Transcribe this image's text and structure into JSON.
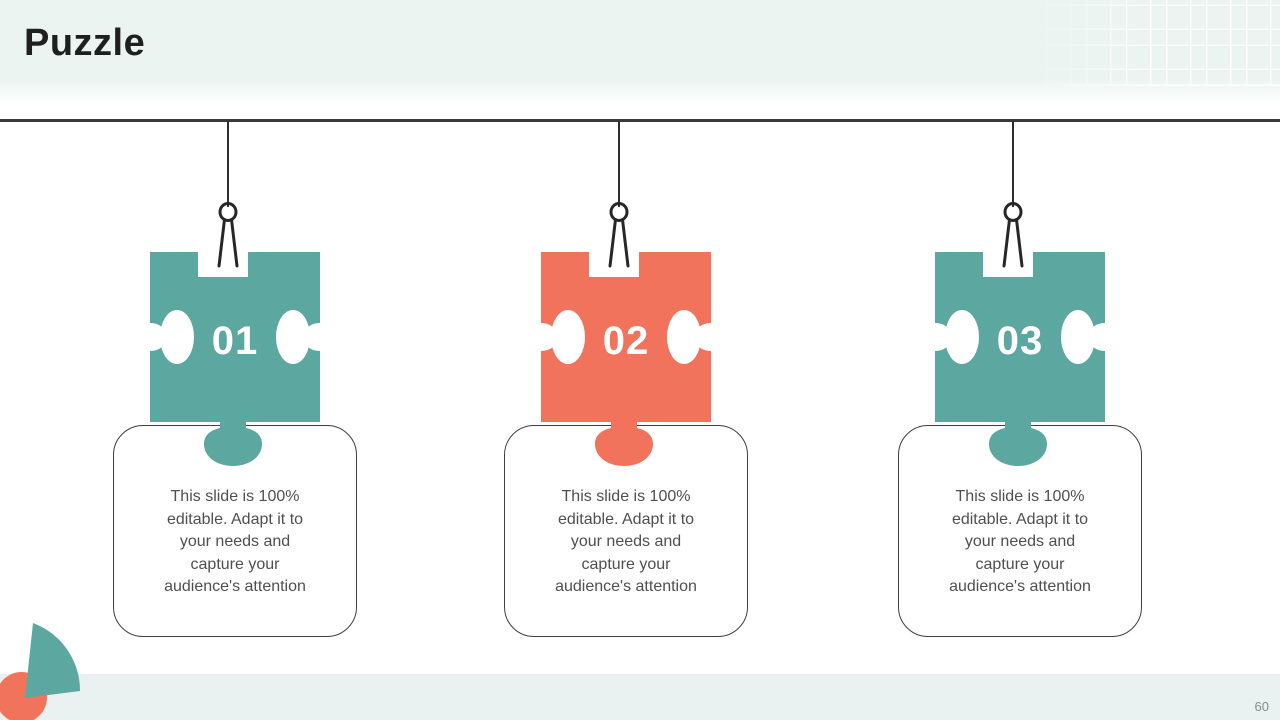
{
  "header": {
    "title": "Puzzle"
  },
  "footer": {
    "page_number": "60"
  },
  "items": [
    {
      "number": "01",
      "color": "#5CA8A1",
      "description_lines": [
        "This slide is 100%",
        "editable. Adapt it to",
        "your needs and",
        "capture your",
        "audience's attention"
      ]
    },
    {
      "number": "02",
      "color": "#F2735B",
      "description_lines": [
        "This slide is 100%",
        "editable. Adapt it to",
        "your needs and",
        "capture your",
        "audience's attention"
      ]
    },
    {
      "number": "03",
      "color": "#5CA8A1",
      "description_lines": [
        "This slide is 100%",
        "editable. Adapt it to",
        "your needs and",
        "capture your",
        "audience's attention"
      ]
    }
  ],
  "colors": {
    "teal": "#5CA8A1",
    "orange": "#F2735B",
    "line": "#3A3A3A",
    "header_band": "#ECF4F2",
    "footer_strip": "#E9F2F0",
    "card_border": "#3E3E3E",
    "body_text": "#4F4F4F"
  },
  "decor": {
    "fan_color": "#5CA8A1",
    "circle_color": "#F2735B"
  }
}
